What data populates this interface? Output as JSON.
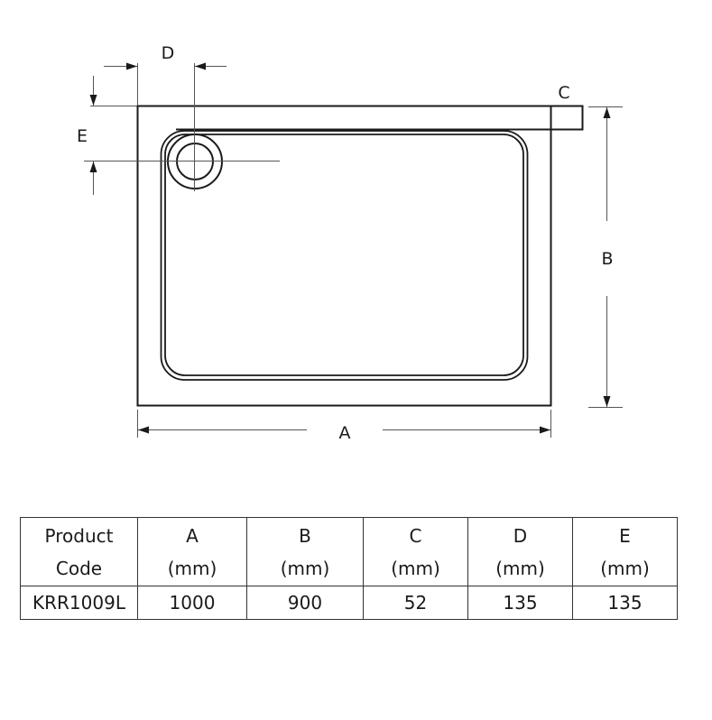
{
  "diagram": {
    "type": "technical-drawing",
    "subject": "rectangular shower tray plan view with waste position",
    "dimension_labels": {
      "A": "A",
      "B": "B",
      "C": "C",
      "D": "D",
      "E": "E"
    },
    "line_color": "#1a1a1a",
    "guide_color": "#555555"
  },
  "table": {
    "headers": [
      {
        "line1": "Product",
        "line2": "Code"
      },
      {
        "line1": "A",
        "line2": "(mm)"
      },
      {
        "line1": "B",
        "line2": "(mm)"
      },
      {
        "line1": "C",
        "line2": "(mm)"
      },
      {
        "line1": "D",
        "line2": "(mm)"
      },
      {
        "line1": "E",
        "line2": "(mm)"
      }
    ],
    "rows": [
      [
        "KRR1009L",
        "1000",
        "900",
        "52",
        "135",
        "135"
      ]
    ]
  }
}
